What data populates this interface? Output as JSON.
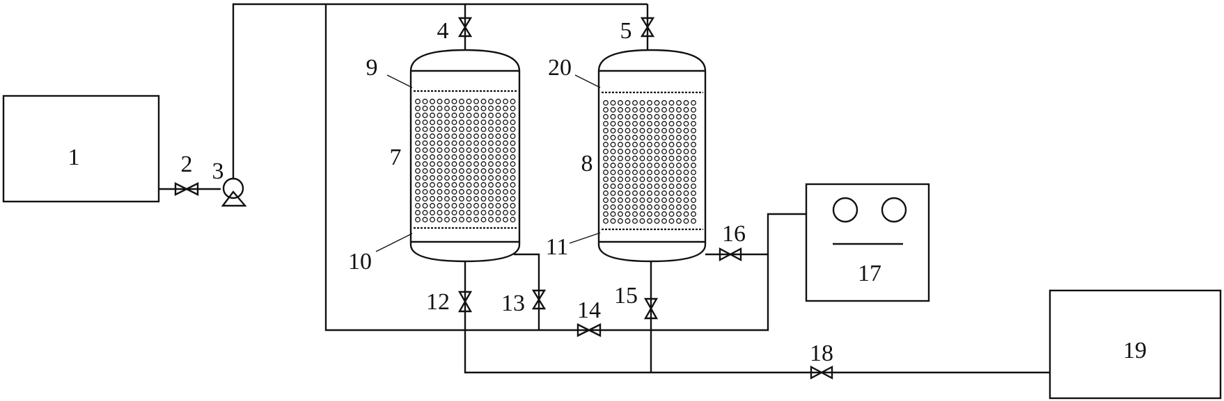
{
  "labels": {
    "n1": "1",
    "n2": "2",
    "n3": "3",
    "n4": "4",
    "n5": "5",
    "n7": "7",
    "n8": "8",
    "n9": "9",
    "n10": "10",
    "n11": "11",
    "n12": "12",
    "n13": "13",
    "n14": "14",
    "n15": "15",
    "n16": "16",
    "n17": "17",
    "n18": "18",
    "n19": "19",
    "n20": "20"
  }
}
